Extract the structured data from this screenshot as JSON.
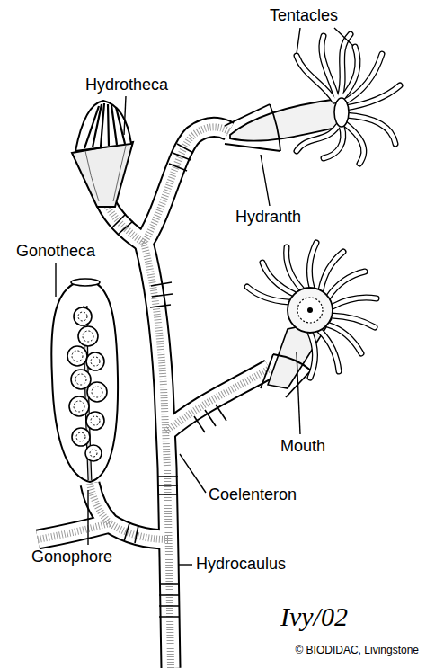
{
  "diagram": {
    "labels": [
      "Tentacles",
      "Hydrotheca",
      "Hydranth",
      "Gonotheca",
      "Mouth",
      "Coelenteron",
      "Gonophore",
      "Hydrocaulus",
      "Ivy/02",
      "© BIODIDAC, Livingstone"
    ]
  }
}
